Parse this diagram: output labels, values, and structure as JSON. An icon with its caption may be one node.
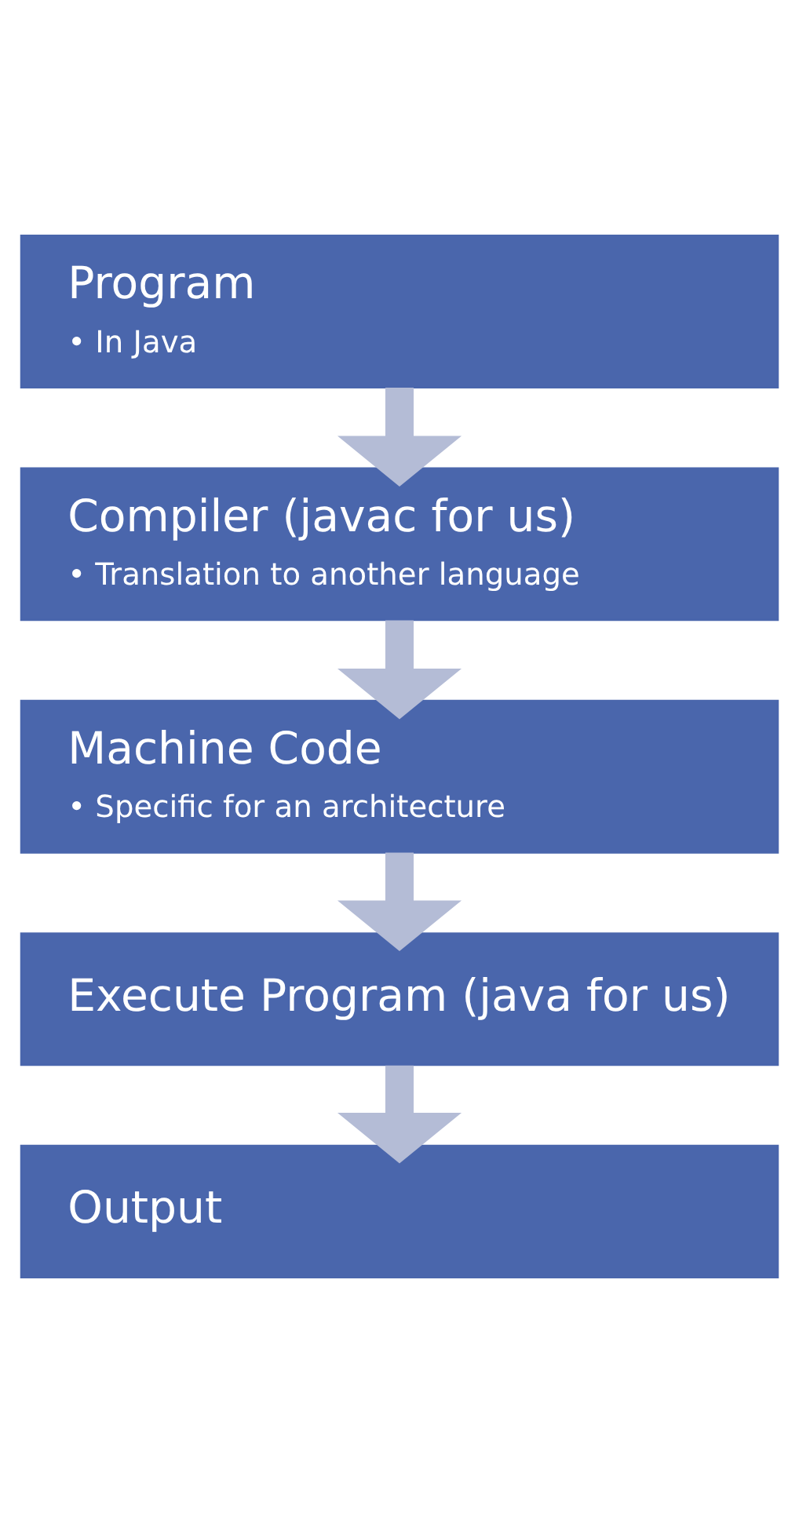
{
  "diagram": {
    "nodes": [
      {
        "text": [
          "Program",
          "• In Java"
        ]
      },
      {
        "text": [
          "Compiler (javac for us)",
          "• Translation to another language"
        ]
      },
      {
        "text": [
          "Machine Code",
          "• Specific for an architecture"
        ]
      },
      {
        "text": [
          "Execute Program (java for us)"
        ]
      },
      {
        "text": [
          "Output"
        ]
      }
    ],
    "edges": [
      {
        "from": 0,
        "to": 1,
        "arrow": "to"
      },
      {
        "from": 1,
        "to": 2,
        "arrow": "to"
      },
      {
        "from": 2,
        "to": 3,
        "arrow": "to"
      },
      {
        "from": 3,
        "to": 4,
        "arrow": "to"
      }
    ]
  }
}
